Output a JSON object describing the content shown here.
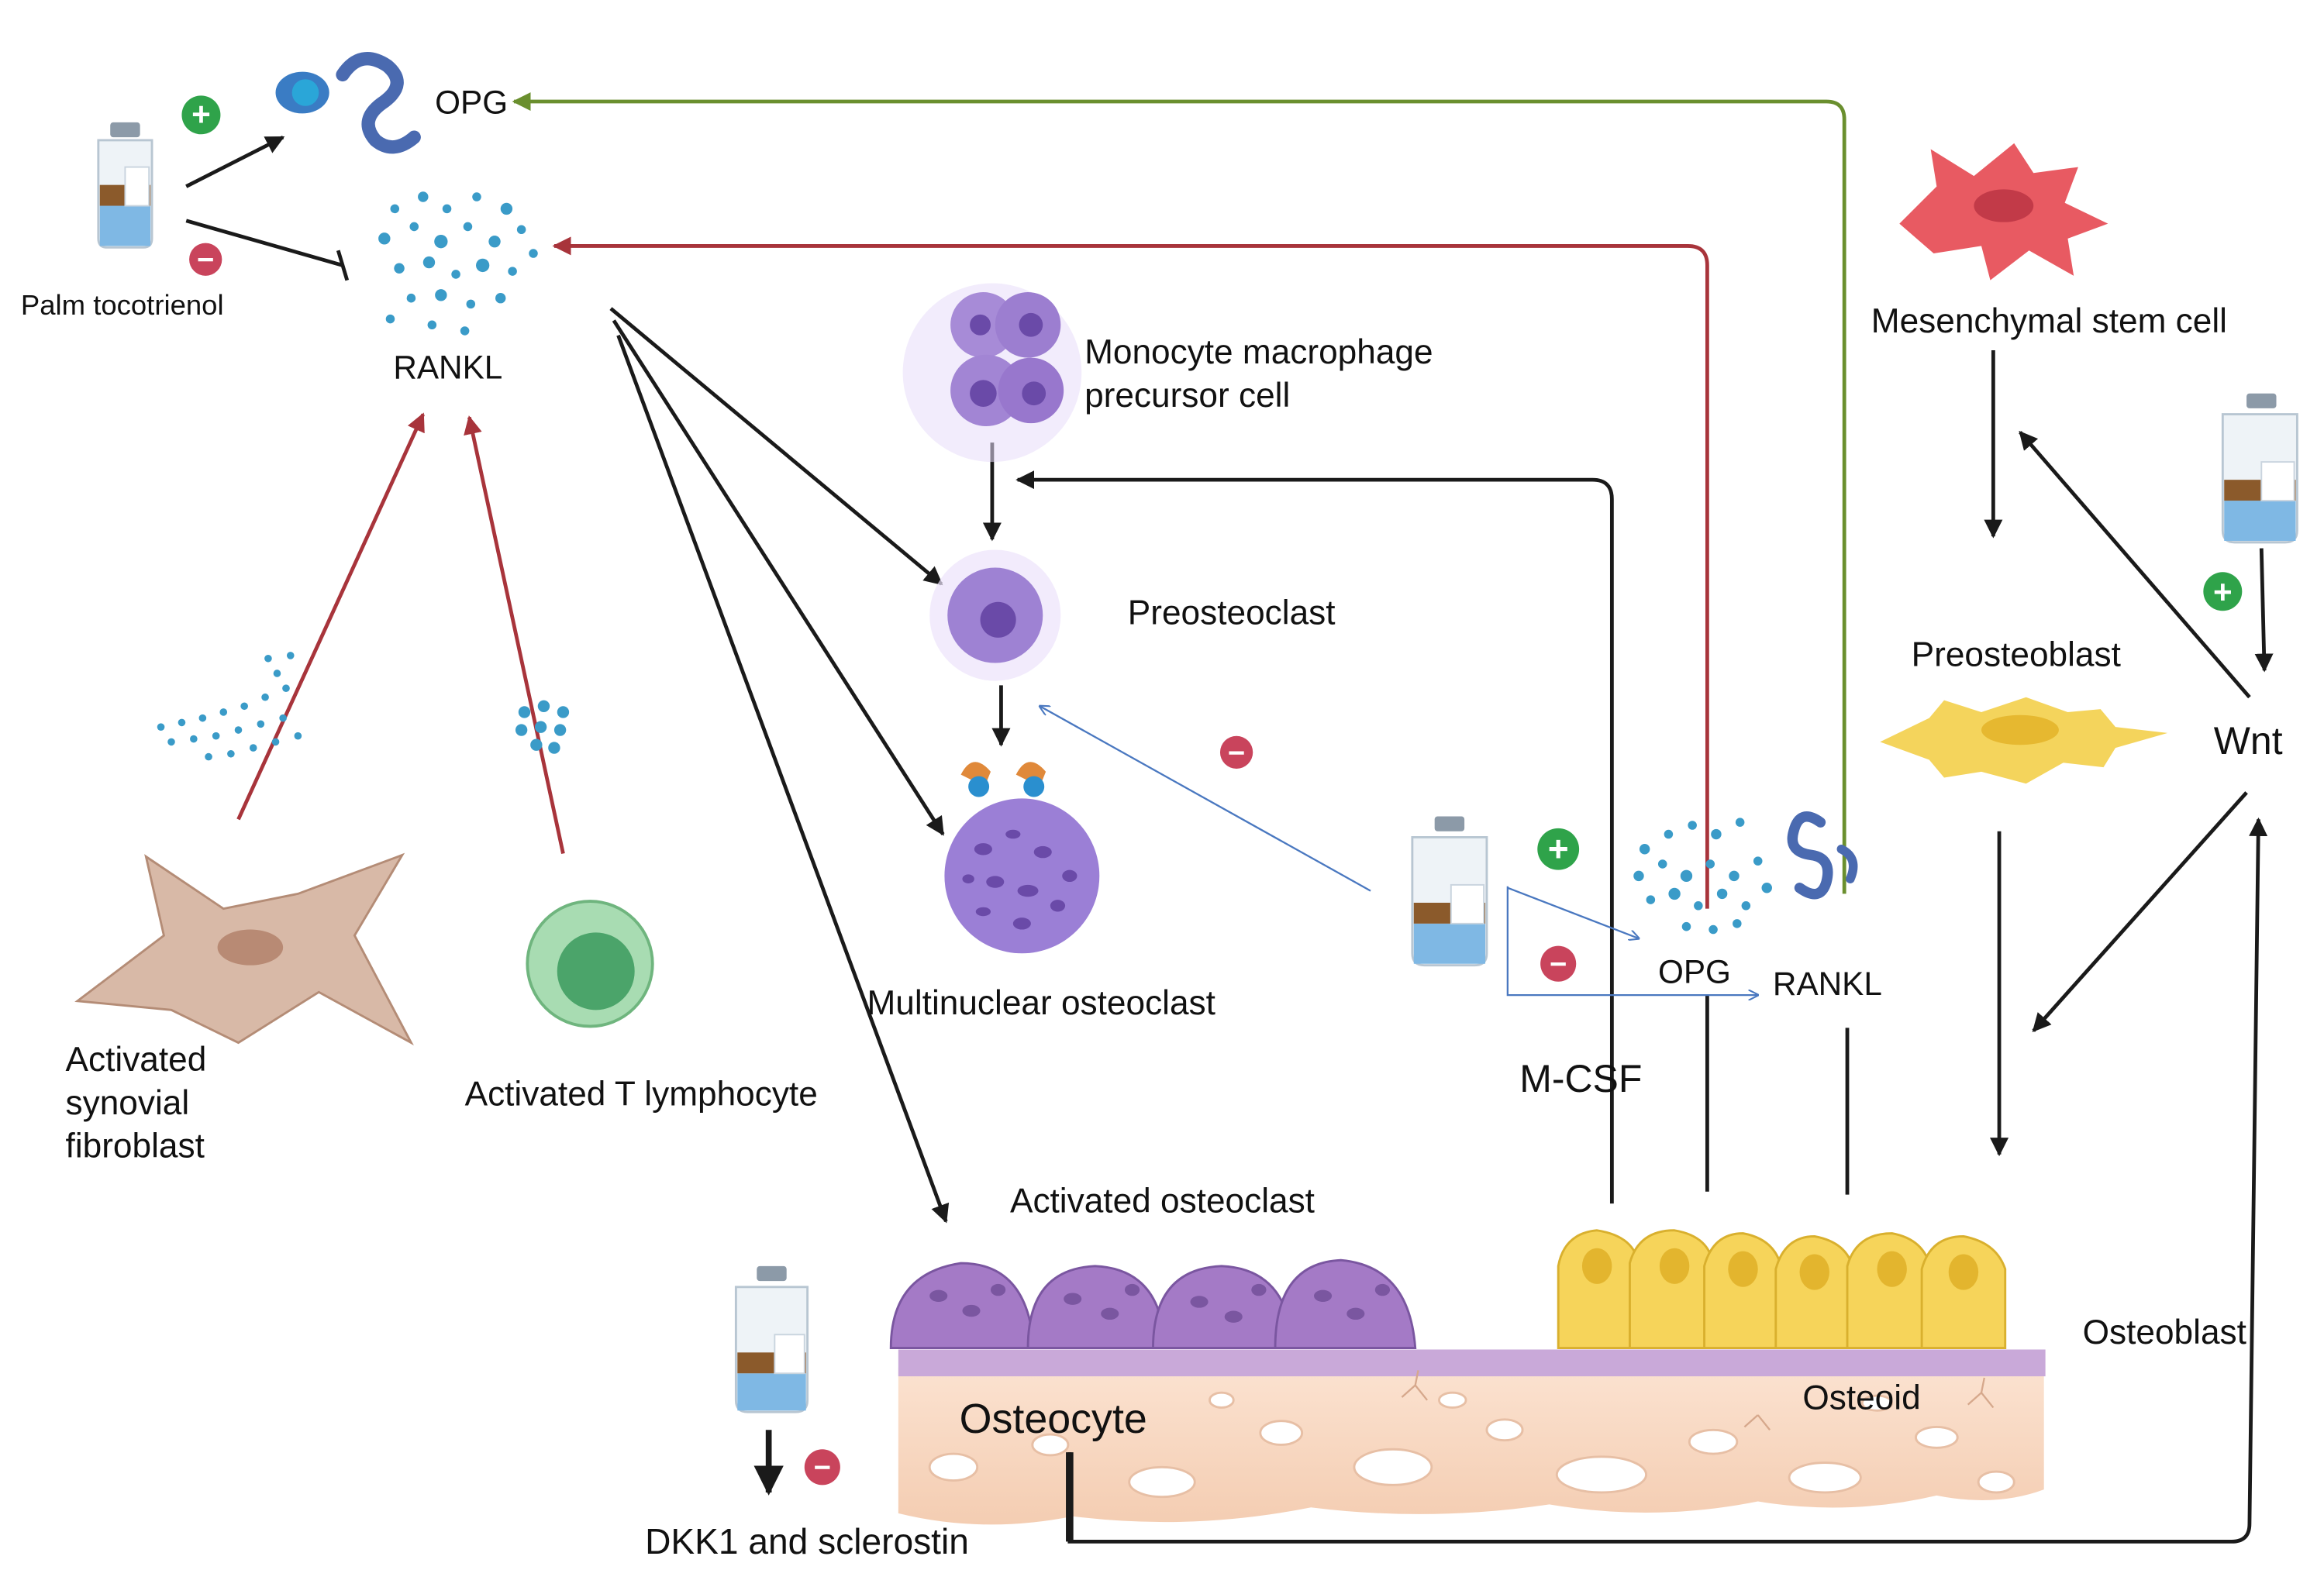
{
  "labels": {
    "opg_top": "OPG",
    "palm_tocotrienol": "Palm tocotrienol",
    "rankl_top": "RANKL",
    "monocyte_line1": "Monocyte macrophage",
    "monocyte_line2": "precursor cell",
    "preosteoclast": "Preosteoclast",
    "multinuclear_osteoclast": "Multinuclear osteoclast",
    "mesenchymal_stem_cell": "Mesenchymal stem cell",
    "preosteoblast": "Preosteoblast",
    "wnt": "Wnt",
    "fibroblast_line1": "Activated",
    "fibroblast_line2": "synovial",
    "fibroblast_line3": "fibroblast",
    "t_lymphocyte": "Activated T lymphocyte",
    "opg_right": "OPG",
    "rankl_right": "RANKL",
    "mcsf": "M-CSF",
    "activated_osteoclast": "Activated osteoclast",
    "osteoblast": "Osteoblast",
    "osteocyte": "Osteocyte",
    "osteoid": "Osteoid",
    "dkk1_sclerostin": "DKK1 and sclerostin"
  },
  "signs": {
    "plus": "+",
    "minus": "−"
  },
  "colors": {
    "activation_arrow": "#1a1a1a",
    "rankl_arrow": "#a8343b",
    "opg_arrow": "#6a8f2e",
    "inhibition_dashed": "#4a78c0",
    "plus_badge": "#2fa34a",
    "minus_badge": "#c9445c",
    "rankl_dots": "#3a9bc8",
    "osteoclast": "#9b72c2",
    "osteoblast": "#f2d24c",
    "bone": "#f7d9c4",
    "mesenchymal_cell": "#e85a62",
    "fibroblast": "#d8b9a7",
    "t_lymphocyte": "#5cb87a"
  },
  "icons": [
    "opg-protein-icon",
    "palm-tocotrienol-vial-icon",
    "rankl-particles-icon",
    "monocyte-cluster-icon",
    "preosteoclast-cell-icon",
    "multinuclear-osteoclast-icon",
    "mesenchymal-stem-cell-icon",
    "preosteoblast-cell-icon",
    "fibroblast-cell-icon",
    "t-lymphocyte-icon",
    "activated-osteoclasts-icon",
    "osteoblasts-row-icon",
    "bone-tissue-icon"
  ]
}
